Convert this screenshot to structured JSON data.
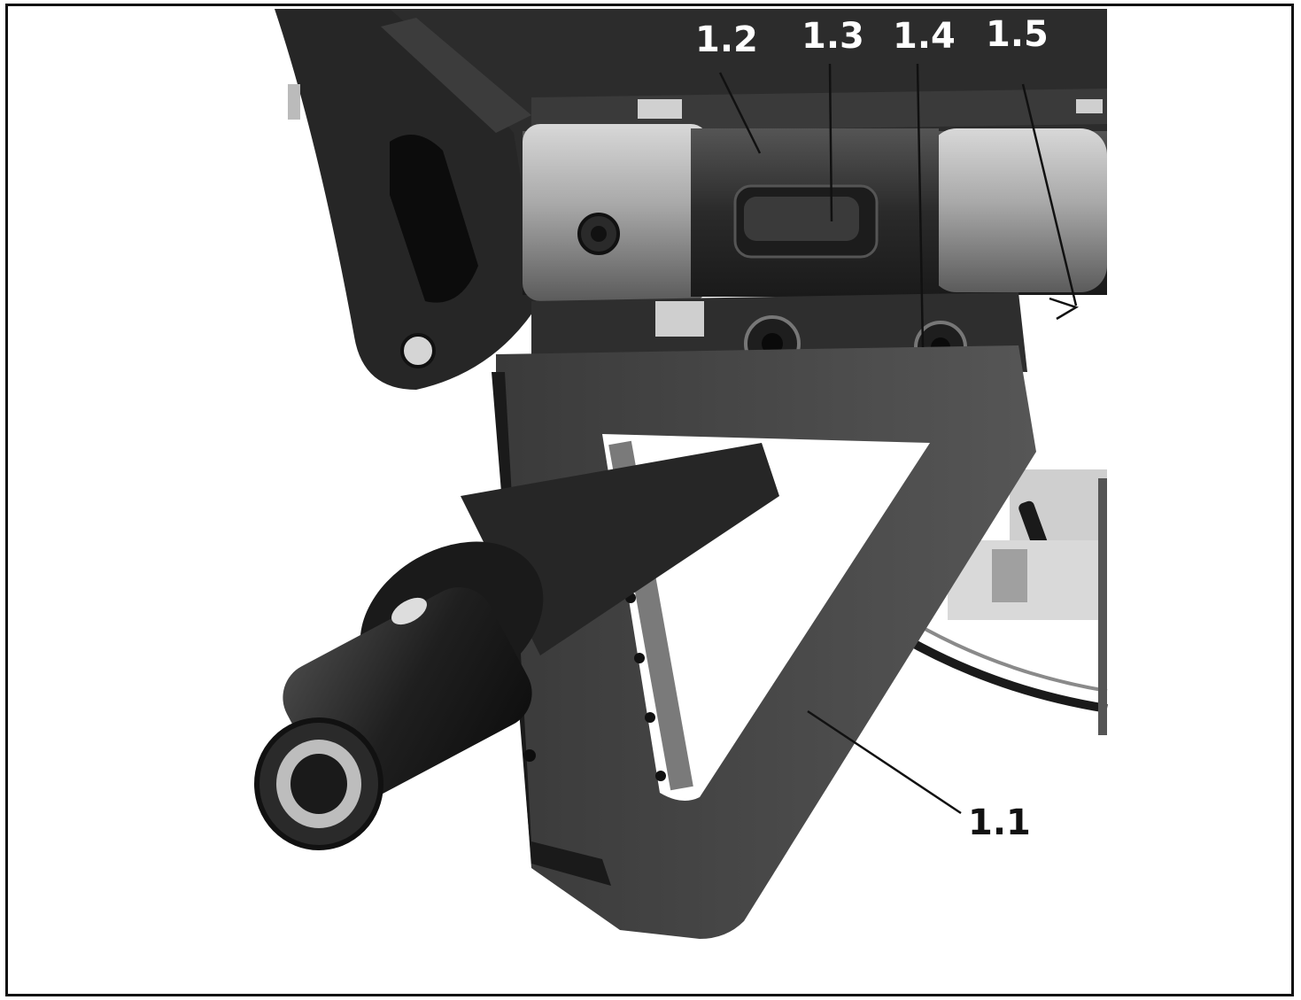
{
  "figure": {
    "callouts": {
      "c11": "1.1",
      "c12": "1.2",
      "c13": "1.3",
      "c14": "1.4",
      "c15": "1.5"
    },
    "colors": {
      "frame": "#111111",
      "metal_dark": "#2b2b2b",
      "metal_mid": "#6e6e6e",
      "metal_light": "#bdbdbd",
      "label_light": "#ffffff",
      "label_dark": "#111111"
    }
  }
}
